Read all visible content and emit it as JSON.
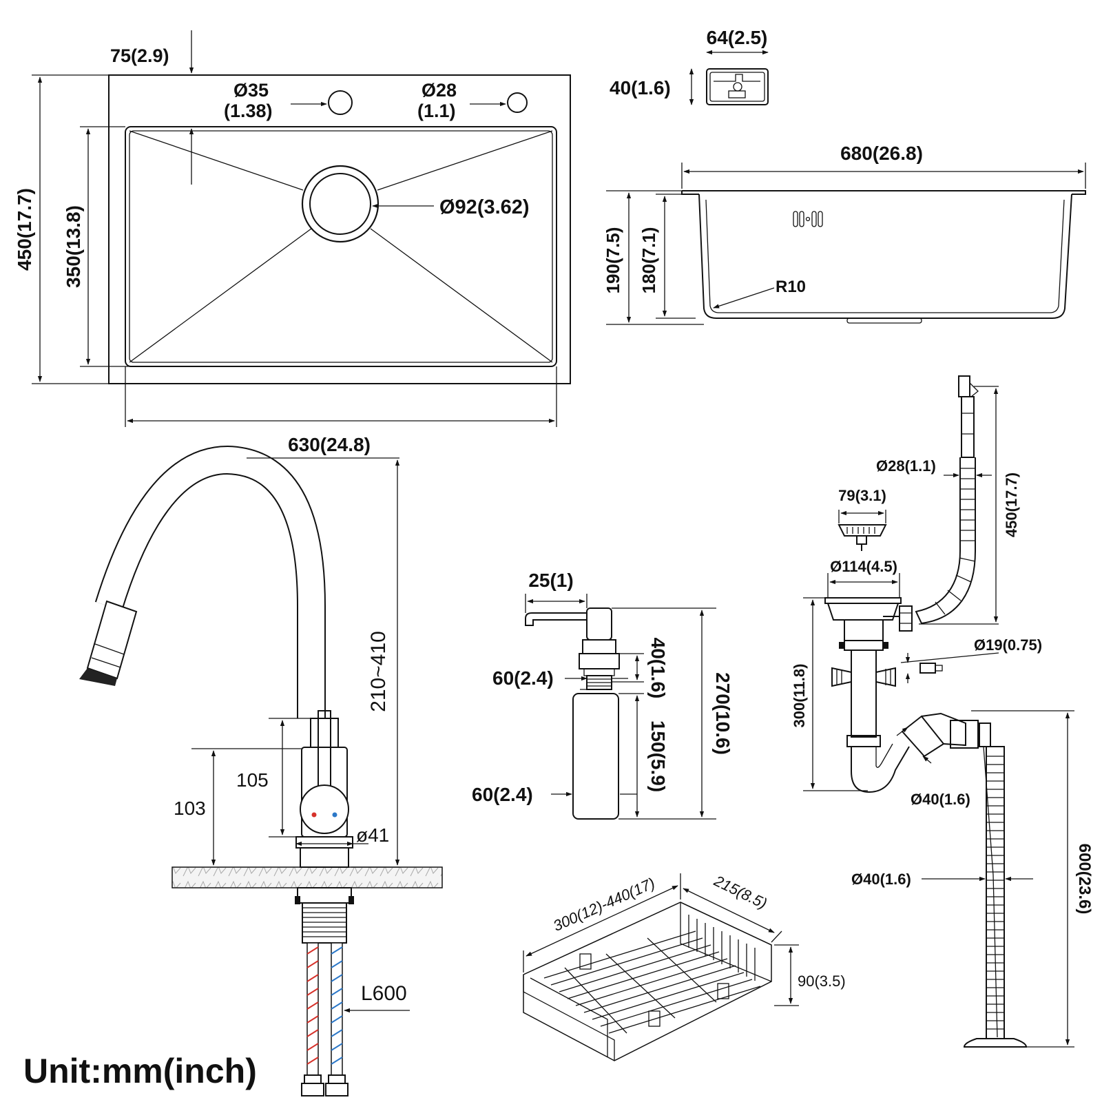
{
  "unit_label": "Unit:mm(inch)",
  "colors": {
    "line": "#111111",
    "hot": "#d6322b",
    "cold": "#2c78c8",
    "counter": "#f2f2f2"
  },
  "sink_top": {
    "rim_dim": "75(2.9)",
    "hole1_dim_a": "Ø35",
    "hole1_dim_b": "(1.38)",
    "hole2_dim_a": "Ø28",
    "hole2_dim_b": "(1.1)",
    "drain_dim": "Ø92(3.62)",
    "outer_height": "450(17.7)",
    "inner_height": "350(13.8)",
    "width": "630(24.8)"
  },
  "soap_cap": {
    "width": "64(2.5)",
    "height": "40(1.6)"
  },
  "sink_side": {
    "width": "680(26.8)",
    "outer_depth": "190(7.5)",
    "inner_depth": "180(7.1)",
    "radius": "R10"
  },
  "faucet": {
    "height_range": "210~410",
    "handle_height": "105",
    "base_height": "103",
    "base_diameter": "ø41",
    "hose_length": "L600"
  },
  "dispenser": {
    "spout": "25(1)",
    "neck": "40(1.6)",
    "collar": "60(2.4)",
    "bottle_height": "150(5.9)",
    "total_height": "270(10.6)",
    "bottle_diameter": "60(2.4)"
  },
  "drain_kit": {
    "overflow_pipe": "Ø28(1.1)",
    "overflow_length": "450(17.7)",
    "strainer": "79(3.1)",
    "flange": "Ø114(4.5)",
    "inlet": "Ø19(0.75)",
    "trap_height": "300(11.8)",
    "trap_outlet": "Ø40(1.6)",
    "hose_diameter": "Ø40(1.6)",
    "hose_length": "600(23.6)"
  },
  "basket": {
    "length": "300(12)-440(17)",
    "depth": "215(8.5)",
    "height": "90(3.5)"
  }
}
